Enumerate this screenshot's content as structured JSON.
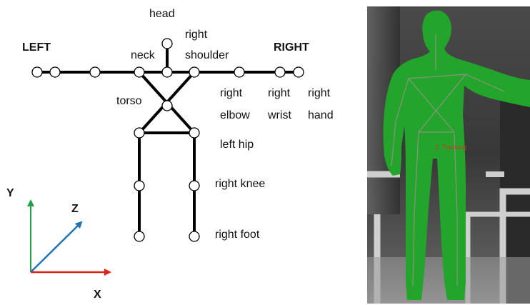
{
  "skeleton": {
    "side_left": "LEFT",
    "side_right": "RIGHT",
    "labels": {
      "head": "head",
      "right_shoulder_1": "right",
      "right_shoulder_2": "shoulder",
      "neck": "neck",
      "torso": "torso",
      "right_elbow_1": "right",
      "right_elbow_2": "elbow",
      "right_wrist_1": "right",
      "right_wrist_2": "wrist",
      "right_hand_1": "right",
      "right_hand_2": "hand",
      "left_hip": "left hip",
      "right_knee": "right knee",
      "right_foot": "right foot"
    }
  },
  "axes": {
    "y": "Y",
    "z": "Z",
    "x": "X"
  },
  "colors": {
    "axis_y": "#1aa14a",
    "axis_z": "#1f74b8",
    "axis_x": "#e1231b",
    "body_green": "#22a52a",
    "tracking_red": "#d0342c"
  },
  "depth_image": {
    "tracking_text": "1: Tracking"
  }
}
